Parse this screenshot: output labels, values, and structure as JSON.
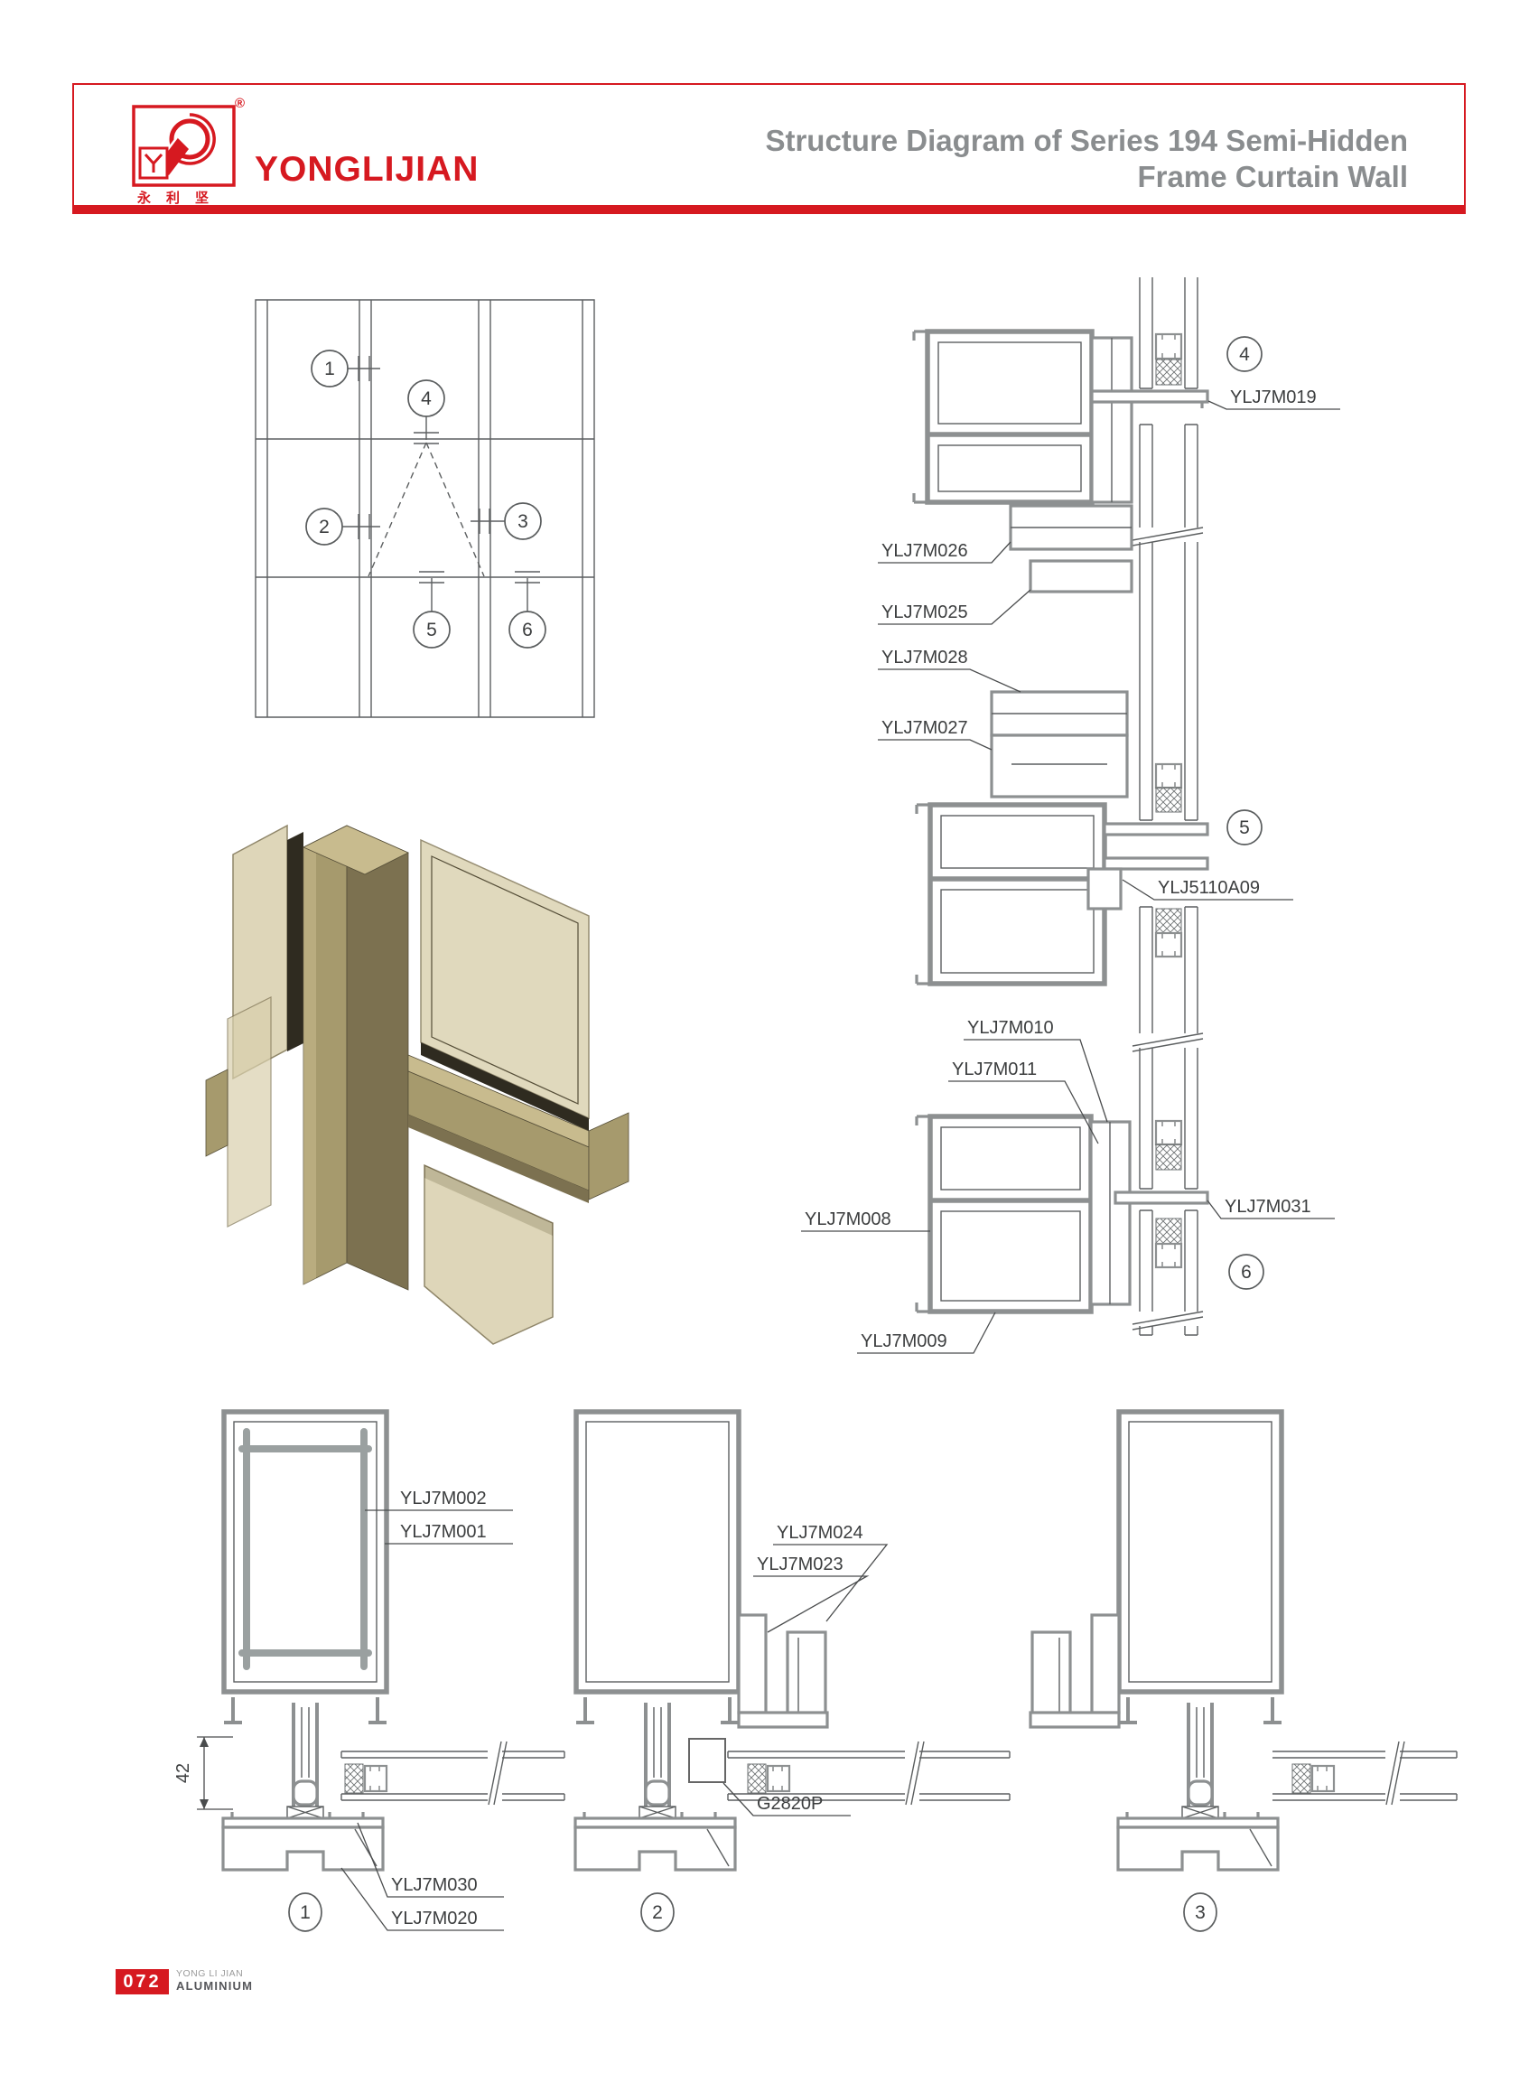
{
  "header": {
    "brand": "YONGLIJIAN",
    "brand_cn": "永利坚",
    "registered": "®",
    "title_line1": "Structure Diagram of Series 194 Semi-Hidden",
    "title_line2": "Frame Curtain Wall"
  },
  "colors": {
    "accent-red": "#d61920",
    "title-gray": "#8a8d8f",
    "profile-gray": "#8d9091",
    "profile-soft": "#9aa0a0",
    "line-dark": "#4a4c4d",
    "bronze-light": "#c8bb8e",
    "bronze-mid": "#a69a6d",
    "bronze-dark": "#7c7150",
    "bronze-deep": "#554e38",
    "glass-tint": "#d9d0ad",
    "gasket-dark": "#2f2b20"
  },
  "elevation": {
    "callouts": {
      "c1": "1",
      "c2": "2",
      "c3": "3",
      "c4": "4",
      "c5": "5",
      "c6": "6"
    }
  },
  "right_details": {
    "callouts": {
      "c4": "4",
      "c5": "5",
      "c6": "6"
    },
    "labels": {
      "m019": "YLJ7M019",
      "m026": "YLJ7M026",
      "m025": "YLJ7M025",
      "m028": "YLJ7M028",
      "m027": "YLJ7M027",
      "a09": "YLJ5110A09",
      "m010": "YLJ7M010",
      "m011": "YLJ7M011",
      "m008": "YLJ7M008",
      "m031": "YLJ7M031",
      "m009": "YLJ7M009"
    }
  },
  "bottom_details": {
    "callouts": {
      "c1": "1",
      "c2": "2",
      "c3": "3"
    },
    "labels": {
      "m002": "YLJ7M002",
      "m001": "YLJ7M001",
      "m024": "YLJ7M024",
      "m023": "YLJ7M023",
      "g2820p": "G2820P",
      "m030": "YLJ7M030",
      "m020": "YLJ7M020"
    },
    "dimension_height": "42"
  },
  "footer": {
    "page_number": "072",
    "company_line1": "YONG LI JIAN",
    "company_line2": "ALUMINIUM"
  }
}
